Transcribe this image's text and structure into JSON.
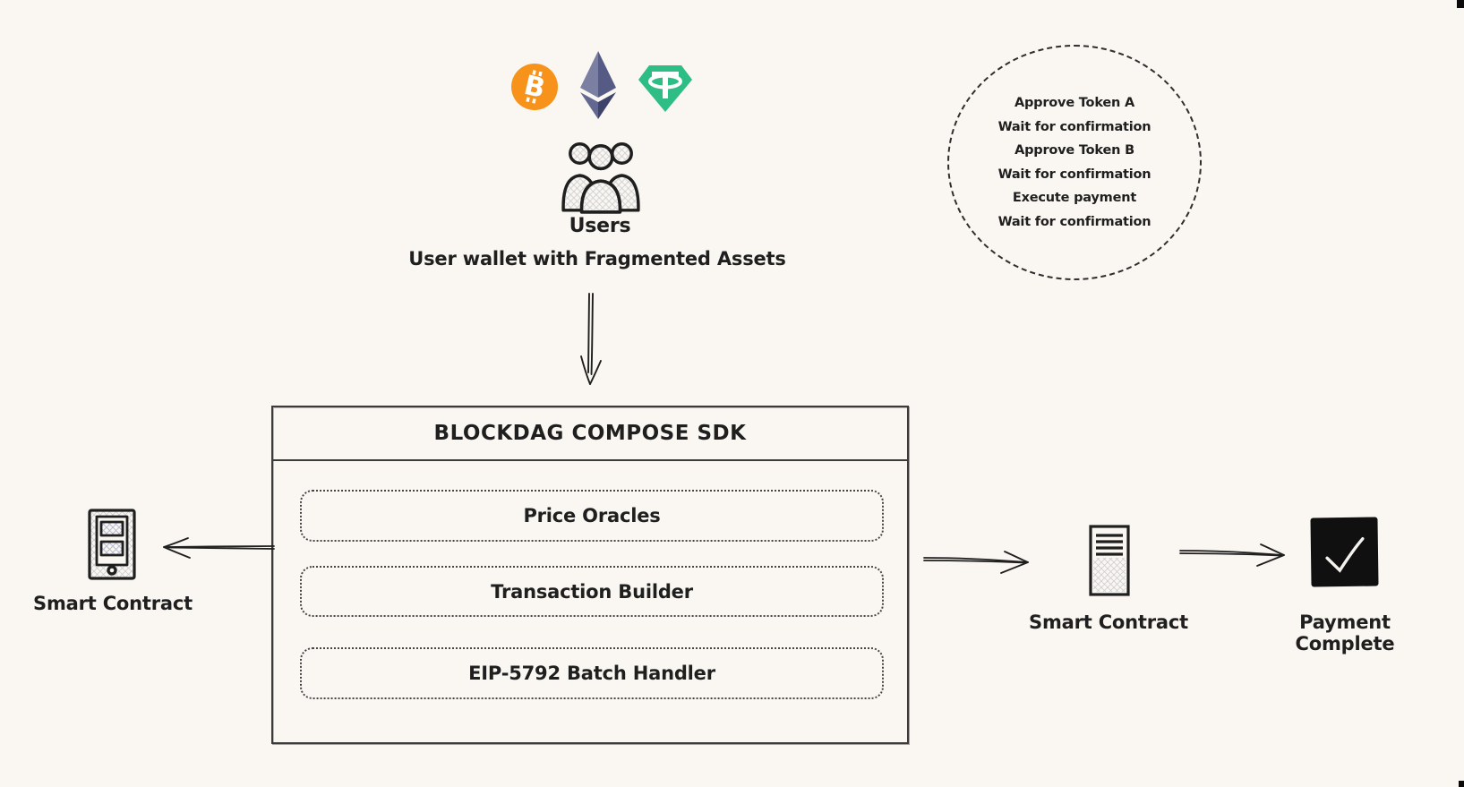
{
  "canvas": {
    "background": "#FAF7F2",
    "ink": "#1F1F1F"
  },
  "wallet": {
    "tokens": [
      {
        "name": "Bitcoin",
        "icon": "bitcoin-icon",
        "color": "#F7931A",
        "symbol_color": "#FFFFFF"
      },
      {
        "name": "Ethereum",
        "icon": "ethereum-icon",
        "facets": [
          "#7B80A2",
          "#565B85",
          "#62688F",
          "#3E436B"
        ]
      },
      {
        "name": "Tether",
        "icon": "tether-icon",
        "color": "#2EBD85",
        "symbol_color": "#FFFFFF"
      }
    ],
    "users_label": "Users",
    "caption": "User wallet with Fragmented Assets"
  },
  "legacy_flow_circle": {
    "steps": [
      "Approve Token A",
      "Wait for confirmation",
      "Approve Token B",
      "Wait for confirmation",
      "Execute payment",
      "Wait for confirmation"
    ]
  },
  "sdk": {
    "title": "BLOCKDAG COMPOSE SDK",
    "modules": [
      {
        "label": "Price Oracles"
      },
      {
        "label": "Transaction Builder"
      },
      {
        "label": "EIP-5792 Batch Handler"
      }
    ]
  },
  "left_node": {
    "label": "Smart Contract",
    "icon": "mobile-contract-icon"
  },
  "right_node": {
    "label": "Smart Contract",
    "icon": "server-contract-icon"
  },
  "final_node": {
    "label": "Payment Complete",
    "icon": "checkmark-icon",
    "color": "#101010"
  }
}
